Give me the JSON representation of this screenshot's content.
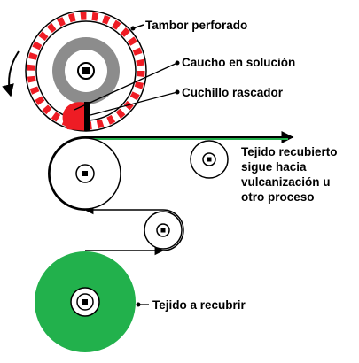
{
  "labels": {
    "tambor": "Tambor perforado",
    "caucho": "Caucho en solución",
    "cuchillo": "Cuchillo rascador",
    "tejido_recubierto": [
      "Tejido recubierto",
      "sigue hacia",
      "vulcanización u",
      "otro proceso"
    ],
    "tejido_a_recubrir": "Tejido a recubrir"
  },
  "colors": {
    "perforation_red": "#ee1c24",
    "rubber_red": "#ee1c24",
    "fabric_green": "#22b14c",
    "drum_grey": "#8c8c8c",
    "line_black": "#000000"
  },
  "icons": {
    "rotation": "curved-arrow-counterclockwise-icon",
    "fabric_direction": "arrow-right-icon"
  }
}
